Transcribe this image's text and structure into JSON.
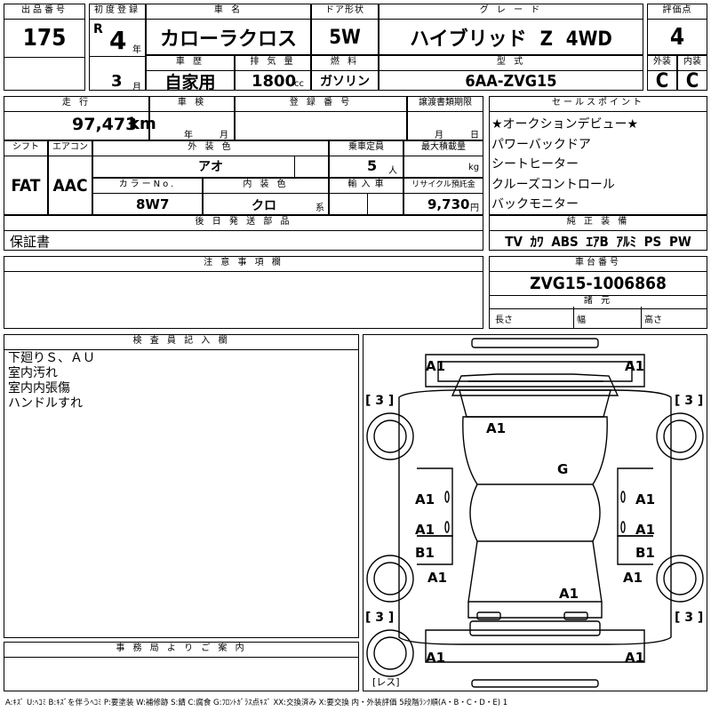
{
  "header": {
    "lot_label": "出品番号",
    "lot": "175",
    "first_reg_label": "初度登録",
    "era": "R",
    "year": "4",
    "year_unit": "年",
    "month": "3",
    "month_unit": "月",
    "car_name_label": "車 名",
    "car_name": "カローラクロス",
    "door_label": "ドア形状",
    "door": "5W",
    "grade_label": "グ レ ー ド",
    "grade": "ハイブリッド Z 4WD",
    "score_label": "評価点",
    "score": "4",
    "history_label": "車 歴",
    "history": "自家用",
    "displacement_label": "排 気 量",
    "displacement": "1800",
    "displacement_unit": "cc",
    "fuel_label": "燃 料",
    "fuel": "ガソリン",
    "model_label": "型 式",
    "model": "6AA-ZVG15",
    "ext_label": "外装",
    "ext": "C",
    "int_label": "内装",
    "int": "C"
  },
  "row2": {
    "mileage_label": "走 行",
    "mileage": "97,473",
    "mileage_unit": "km",
    "inspection_label": "車 検",
    "insp_year": "年",
    "insp_month": "月",
    "plate_label": "登 録 番 号",
    "transfer_label": "譲渡書類期限",
    "tr_month": "月",
    "tr_day": "日",
    "shift_label": "シフト",
    "shift": "FAT",
    "ac_label": "エアコン",
    "ac": "AAC",
    "color_label": "外 装 色",
    "color": "アオ",
    "capacity_label": "乗車定員",
    "capacity": "5",
    "capacity_unit": "人",
    "load_label": "最大積載量",
    "load_unit": "kg",
    "color_no_label": "カラーNo.",
    "color_no": "8W7",
    "interior_color_label": "内 装 色",
    "interior_color": "クロ",
    "interior_suffix": "系",
    "import_label": "輸 入 車",
    "recycle_label": "リサイクル預託金",
    "recycle": "9,730",
    "recycle_unit": "円",
    "later_label": "後 日 発 送 部 品",
    "later": "保証書"
  },
  "sales_points": {
    "label": "セールスポイント",
    "items": [
      "★オークションデビュー★",
      "パワーバックドア",
      "シートヒーター",
      "クルーズコントロール",
      "バックモニター"
    ]
  },
  "equipment": {
    "label": "純 正 装 備",
    "value": "TV ｶﾜ ABS ｴｱB ｱﾙﾐ PS PW"
  },
  "notes": {
    "label": "注 意 事 項 欄"
  },
  "chassis": {
    "label": "車台番号",
    "value": "ZVG15-1006868",
    "spec_label": "諸 元",
    "length": "長さ",
    "width": "幅",
    "height": "高さ"
  },
  "inspector": {
    "label": "検 査 員 記 入 欄",
    "lines": [
      "下廻りＳ、ＡＵ",
      "室内汚れ",
      "室内内張傷",
      "ハンドルすれ"
    ]
  },
  "office": {
    "label": "事 務 局 よ り ご 案 内"
  },
  "diagram": {
    "marks": [
      "A1",
      "A1",
      "A1",
      "G",
      "A1",
      "A1",
      "A1",
      "A1",
      "B1",
      "B1",
      "A1",
      "A1",
      "A1",
      "A1",
      "A1"
    ],
    "tire": "[ 3 ]",
    "spare": "[レス]"
  },
  "legend": "A:ｷｽﾞ U:ﾍｺﾐ B:ｷｽﾞを伴うﾍｺﾐ P:要塗装 W:補修跡 S:錆 C:腐食 G:ﾌﾛﾝﾄｶﾞﾗｽ点ｷｽﾞ XX:交換済み X:要交換 内・外装評価 5段階ﾗﾝｸ順(A・B・C・D・E) 1"
}
